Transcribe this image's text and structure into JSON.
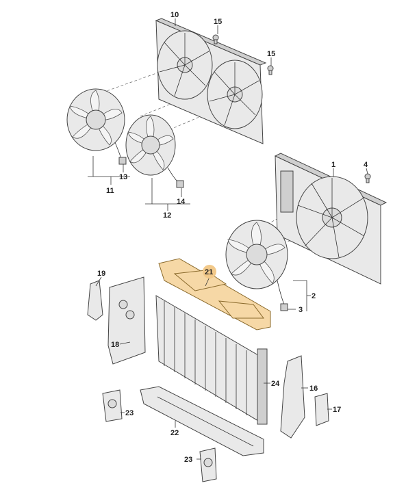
{
  "highlight_color": "#f2c98a",
  "labels": [
    {
      "id": "10",
      "text": "10"
    },
    {
      "id": "15a",
      "text": "15"
    },
    {
      "id": "15b",
      "text": "15"
    },
    {
      "id": "1",
      "text": "1"
    },
    {
      "id": "4",
      "text": "4"
    },
    {
      "id": "13",
      "text": "13"
    },
    {
      "id": "11",
      "text": "11"
    },
    {
      "id": "14",
      "text": "14"
    },
    {
      "id": "12",
      "text": "12"
    },
    {
      "id": "19",
      "text": "19"
    },
    {
      "id": "21",
      "text": "21"
    },
    {
      "id": "2",
      "text": "2"
    },
    {
      "id": "3",
      "text": "3"
    },
    {
      "id": "18",
      "text": "18"
    },
    {
      "id": "24",
      "text": "24"
    },
    {
      "id": "16",
      "text": "16"
    },
    {
      "id": "17",
      "text": "17"
    },
    {
      "id": "23a",
      "text": "23"
    },
    {
      "id": "22",
      "text": "22"
    },
    {
      "id": "23b",
      "text": "23"
    }
  ]
}
